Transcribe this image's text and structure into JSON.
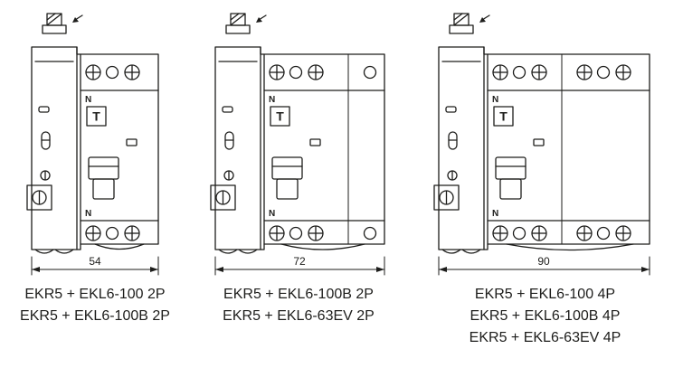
{
  "diagram": {
    "ink_color": "#1d1d1b",
    "background_color": "#ffffff"
  },
  "figures": [
    {
      "dimension_mm": "54",
      "labels": {
        "neutral_top": "N",
        "neutral_bottom": "N",
        "test_button": "T"
      },
      "captions": [
        "EKR5 + EKL6-100 2P",
        "EKR5 + EKL6-100B 2P"
      ]
    },
    {
      "dimension_mm": "72",
      "labels": {
        "neutral_top": "N",
        "neutral_bottom": "N",
        "test_button": "T"
      },
      "captions": [
        "EKR5 + EKL6-100B 2P",
        "EKR5 + EKL6-63EV 2P"
      ]
    },
    {
      "dimension_mm": "90",
      "labels": {
        "neutral_top": "N",
        "neutral_bottom": "N",
        "test_button": "T"
      },
      "captions": [
        "EKR5 + EKL6-100 4P",
        "EKR5 + EKL6-100B 4P",
        "EKR5 + EKL6-63EV 4P"
      ]
    }
  ]
}
